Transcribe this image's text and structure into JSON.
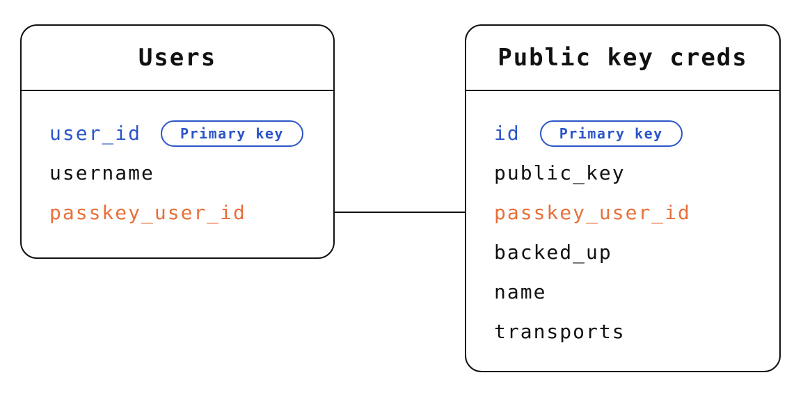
{
  "diagram": {
    "tables": [
      {
        "title": "Users",
        "fields": [
          {
            "name": "user_id",
            "color": "blue",
            "badge": "Primary key"
          },
          {
            "name": "username",
            "color": "ink"
          },
          {
            "name": "passkey_user_id",
            "color": "orange"
          }
        ]
      },
      {
        "title": "Public key creds",
        "fields": [
          {
            "name": "id",
            "color": "blue",
            "badge": "Primary key"
          },
          {
            "name": "public_key",
            "color": "ink"
          },
          {
            "name": "passkey_user_id",
            "color": "orange"
          },
          {
            "name": "backed_up",
            "color": "ink"
          },
          {
            "name": "name",
            "color": "ink"
          },
          {
            "name": "transports",
            "color": "ink"
          }
        ]
      }
    ],
    "relationship": {
      "from": "Users.passkey_user_id",
      "to": "Public key creds.passkey_user_id"
    },
    "colors": {
      "primary_key": "#2B55C8",
      "foreign_key": "#E8703A",
      "ink": "#111111",
      "background": "#FFFFFF"
    }
  }
}
